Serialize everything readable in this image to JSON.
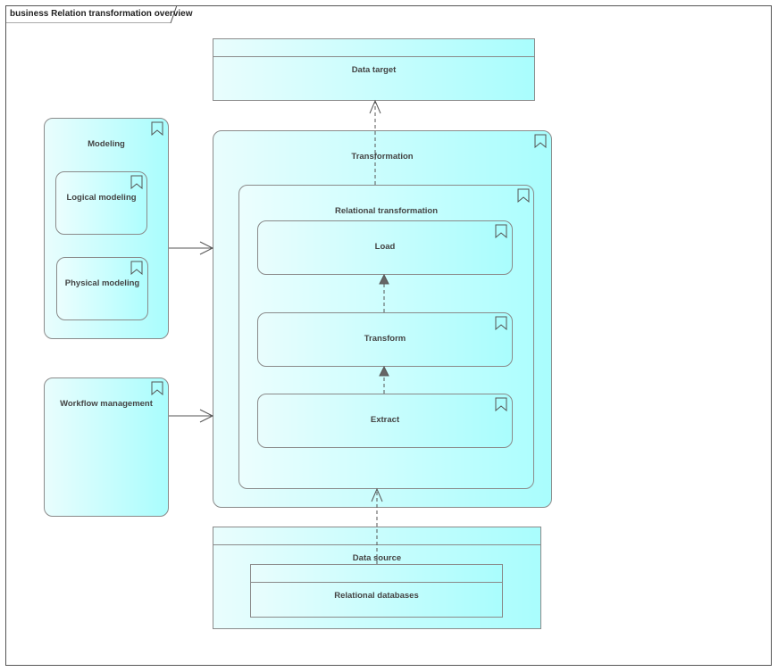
{
  "diagram": {
    "frame_title": "business Relation transformation overview",
    "nodes": {
      "data_target": "Data target",
      "modeling": "Modeling",
      "logical_modeling": "Logical modeling",
      "physical_modeling": "Physical modeling",
      "workflow_management": "Workflow management",
      "transformation": "Transformation",
      "relational_transformation": "Relational transformation",
      "load": "Load",
      "transform": "Transform",
      "extract": "Extract",
      "data_source": "Data source",
      "relational_databases": "Relational databases"
    },
    "icon": "capability-icon",
    "colors": {
      "fill_light": "#e9fdfd",
      "fill_cyan": "#a9fdfd",
      "border": "#8a8a8a",
      "connector": "#555555"
    }
  }
}
